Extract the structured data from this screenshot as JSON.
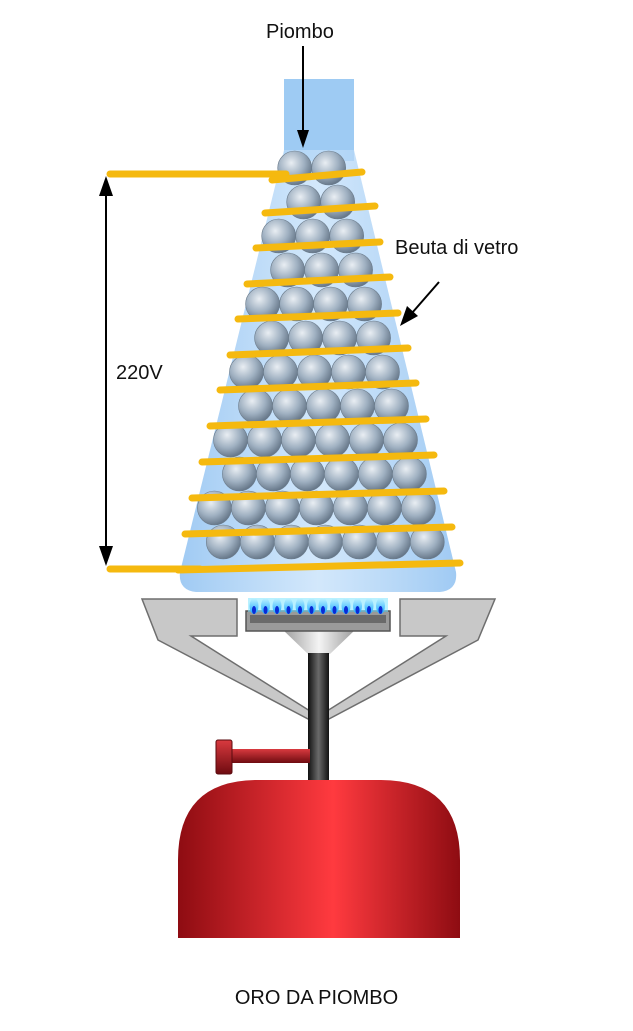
{
  "labels": {
    "lead": "Piombo",
    "flask": "Beuta di vetro",
    "voltage": "220V",
    "caption": "ORO DA PIOMBO"
  },
  "colors": {
    "glass": "#9ecbf3",
    "coil_wire": "#f5b90f",
    "lead_spheres": "#8fa4b8",
    "burner_metal": "#b4b4b4",
    "flame": "#2ec6ff",
    "gas_tank": "#d41a22",
    "valve": "#a6121a",
    "pipe": "#2e2e2e",
    "arrows": "#000000"
  },
  "icons": {
    "spheres": "lead-sphere-icon",
    "coil": "heating-coil-icon",
    "burner": "gas-burner-icon",
    "tank": "gas-cylinder-icon"
  }
}
